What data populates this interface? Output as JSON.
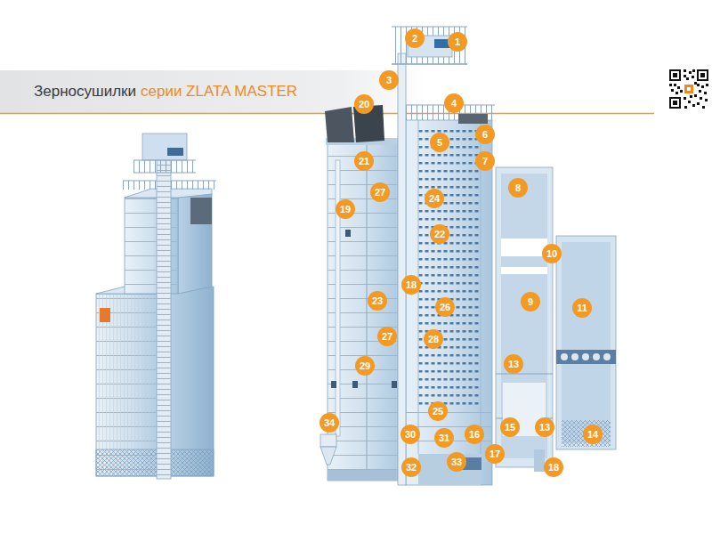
{
  "diagram": {
    "title": "Зерносушилки",
    "labels": [
      "серии ZLATA MASTER",
      "2",
      "1",
      "3",
      "20",
      "4",
      "6",
      "5",
      "21",
      "7",
      "8",
      "27",
      "24",
      "19",
      "22",
      "10",
      "18",
      "9",
      "11",
      "23",
      "26",
      "27",
      "28",
      "13",
      "29",
      "25",
      "34",
      "15",
      "13",
      "14",
      "30",
      "31",
      "16",
      "17",
      "33",
      "32",
      "18"
    ]
  }
}
